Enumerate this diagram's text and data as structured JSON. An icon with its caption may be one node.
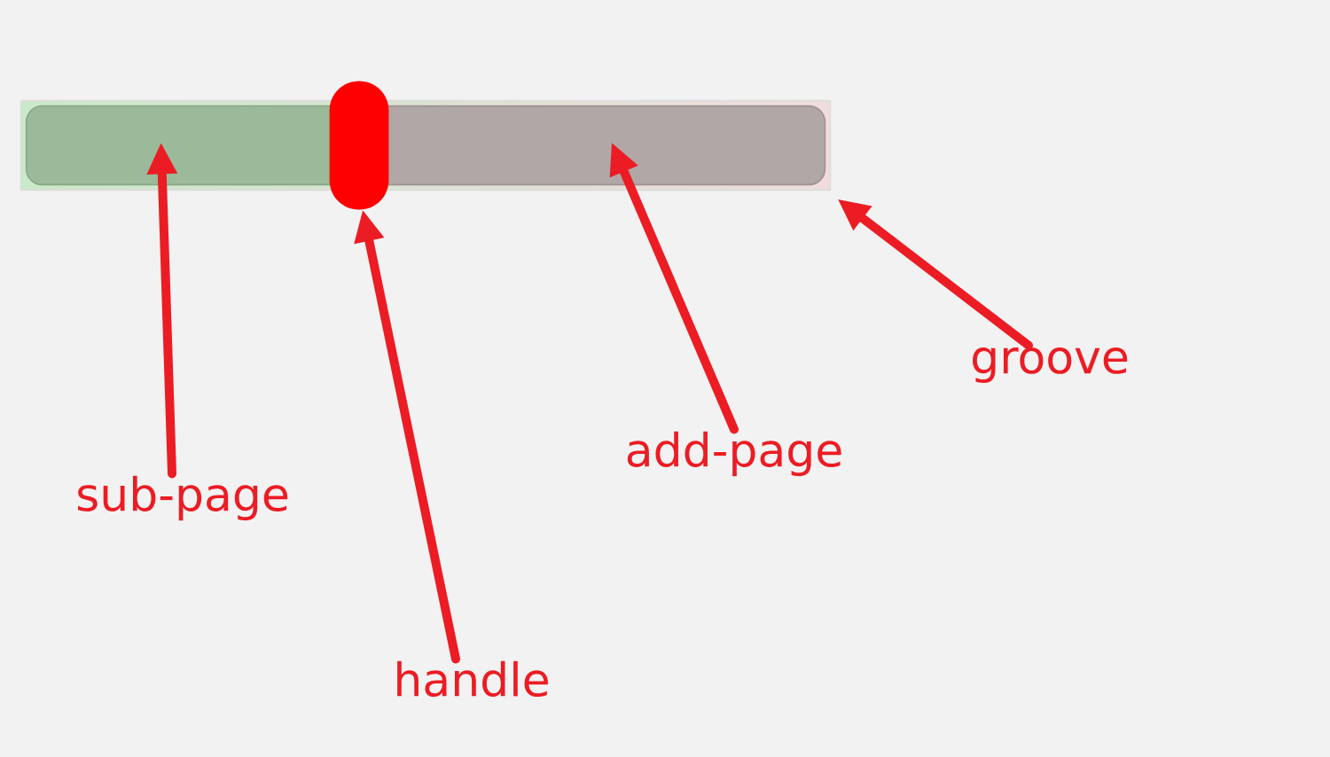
{
  "diagram": {
    "nodes": [
      {
        "text": [],
        "shape": "bar"
      },
      {
        "text": [],
        "shape": "bar",
        "in": 0
      },
      {
        "text": [],
        "shape": "pill"
      },
      {
        "text": [],
        "shape": "bar",
        "in": 0
      },
      {
        "text": [
          "sub-page"
        ]
      },
      {
        "text": [
          "handle"
        ]
      },
      {
        "text": [
          "add-page"
        ]
      },
      {
        "text": [
          "groove"
        ]
      }
    ],
    "edges": [
      {
        "from": 4,
        "to": 1,
        "arrow": "to"
      },
      {
        "from": 5,
        "to": 2,
        "arrow": "to"
      },
      {
        "from": 6,
        "to": 3,
        "arrow": "to"
      },
      {
        "from": 7,
        "to": 0,
        "arrow": "to"
      }
    ]
  }
}
